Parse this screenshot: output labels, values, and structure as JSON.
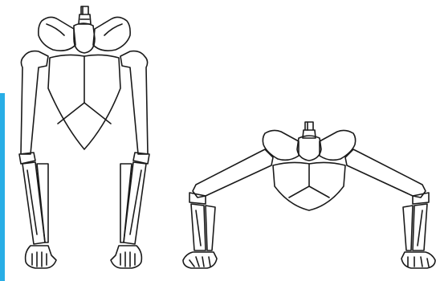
{
  "figure": {
    "panels": [
      {
        "pose": "standing",
        "icon": "skeleton-figure-standing"
      },
      {
        "pose": "crouched",
        "icon": "skeleton-figure-crouched"
      }
    ]
  },
  "colors": {
    "background": "#ffffff",
    "line": "#1a1a1a",
    "accent": "#29aee6"
  }
}
